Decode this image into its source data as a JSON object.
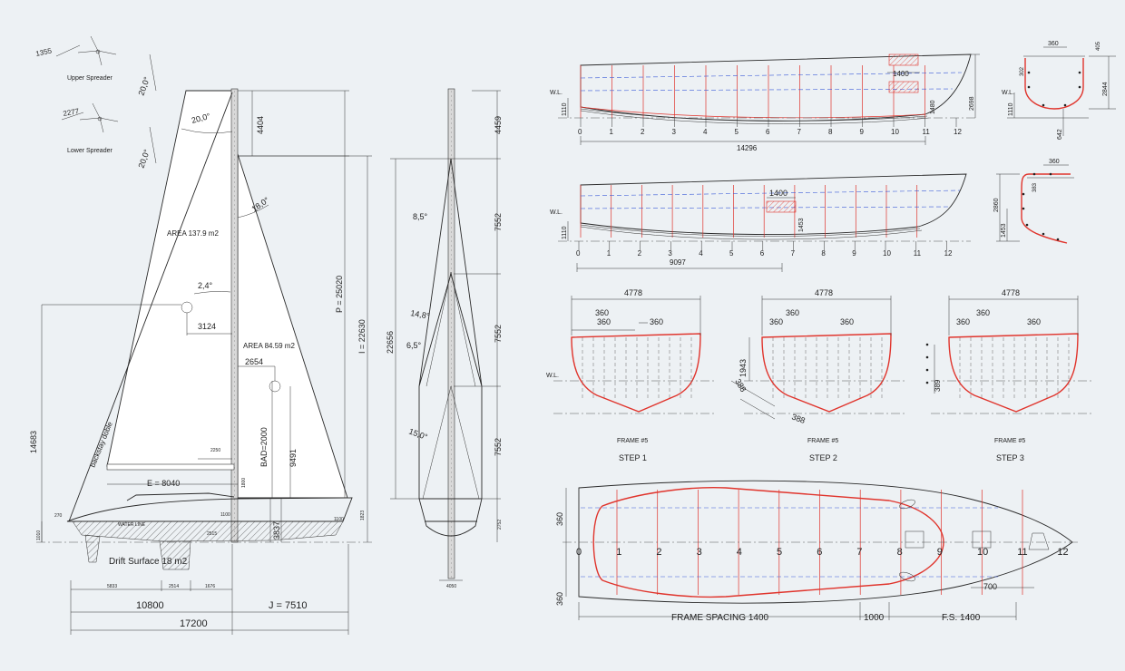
{
  "sail_plan": {
    "upper_spreader": {
      "label": "Upper Spreader",
      "length": "1355",
      "angle": "20,0°"
    },
    "lower_spreader": {
      "label": "Lower Spreader",
      "length": "2277",
      "angle": "20,0°"
    },
    "dims": {
      "top_angle": "20,0°",
      "headstay_angle": "18,0°",
      "d4404": "4404",
      "p": "P = 25020",
      "i": "I = 22630",
      "area_main": "AREA 137.9 m2",
      "area_jib": "AREA 84.59 m2",
      "angle_24": "2,4°",
      "d3124": "3124",
      "d2654": "2654",
      "h14683": "14683",
      "backstay": "backstay doble",
      "bad": "BAD=2000",
      "d9491": "9491",
      "d2250": "2250",
      "d1800": "1800",
      "e": "E = 8040",
      "d3837": "3837",
      "d1100a": "1100",
      "d1100b": "1100",
      "d1823": "1823",
      "d270": "270",
      "d1010": "1010",
      "waterline": "WATER LINE",
      "d2515": "2515",
      "drift": "Drift Surface 18 m2",
      "d5833": "5833",
      "d2514": "2514",
      "d1676": "1676",
      "d10800": "10800",
      "j": "J = 7510",
      "d17200": "17200"
    }
  },
  "mast_view": {
    "d4459": "4459",
    "d7552a": "7552",
    "d7552b": "7552",
    "d7552c": "7552",
    "d22656": "22656",
    "a85": "8,5°",
    "a148": "14,8°",
    "a65": "6,5°",
    "a150": "15,0°",
    "d2752": "2752",
    "d4050": "4050"
  },
  "hull_a": {
    "wl": "W.L.",
    "d1110": "1110",
    "d1400": "1400",
    "d1480": "1480",
    "d2698": "2698",
    "stations": [
      "0",
      "1",
      "2",
      "3",
      "4",
      "5",
      "6",
      "7",
      "8",
      "9",
      "10",
      "11",
      "12"
    ],
    "d14296": "14296"
  },
  "section_a": {
    "d360": "360",
    "d405": "405",
    "d302": "302",
    "d2844": "2844",
    "d1110": "1110",
    "d642": "642",
    "wl": "W.L."
  },
  "hull_b": {
    "wl": "W.L.",
    "d1110": "1110",
    "d1400": "1400",
    "d1453": "1453",
    "stations": [
      "0",
      "1",
      "2",
      "3",
      "4",
      "5",
      "6",
      "7",
      "8",
      "9",
      "10",
      "11",
      "12"
    ],
    "d9097": "9097"
  },
  "section_b": {
    "d360": "360",
    "d383": "383",
    "d2860": "2860",
    "d1453": "1453"
  },
  "frames": [
    {
      "width": "4778",
      "d360a": "360",
      "d360b": "360",
      "d360c": "360",
      "frame": "FRAME #5",
      "step": "STEP 1",
      "wl": "W.L."
    },
    {
      "width": "4778",
      "d360a": "360",
      "d360b": "360",
      "d360c": "360",
      "frame": "FRAME #5",
      "step": "STEP 2",
      "d1943": "1943",
      "d388a": "388",
      "d388b": "388"
    },
    {
      "width": "4778",
      "d360a": "360",
      "d360b": "360",
      "d360c": "360",
      "frame": "FRAME #5",
      "step": "STEP 3",
      "d389": "389"
    }
  ],
  "deck_plan": {
    "d360a": "360",
    "d360b": "360",
    "d700": "700",
    "stations": [
      "0",
      "1",
      "2",
      "3",
      "4",
      "5",
      "6",
      "7",
      "8",
      "9",
      "10",
      "11",
      "12"
    ],
    "frame_spacing": "FRAME SPACING 1400",
    "d1000": "1000",
    "fs": "F.S. 1400"
  }
}
